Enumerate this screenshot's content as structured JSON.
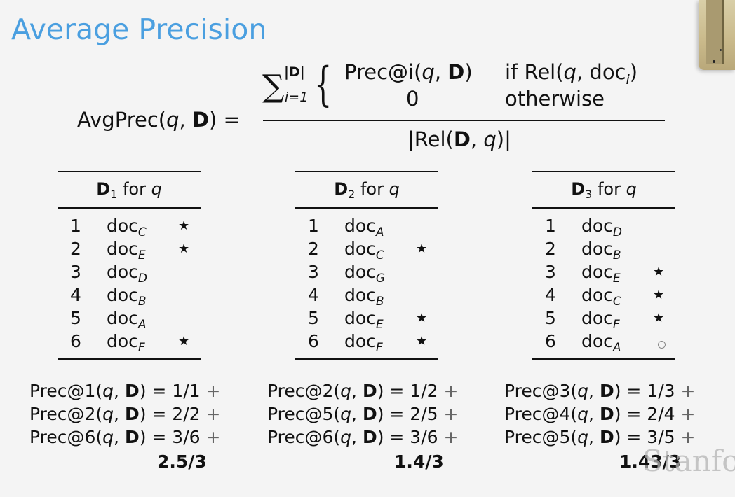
{
  "slide": {
    "title": "Average Precision",
    "watermark": "Stanfo"
  },
  "formula": {
    "lhs_fn": "AvgPrec(",
    "lhs_q": "q",
    "lhs_sep": ", ",
    "lhs_D": "D",
    "lhs_close": ") =",
    "sum_upper": "|D|",
    "sum_lower": "i=1",
    "case1_expr_fn": "Prec@i(",
    "case1_q": "q",
    "case1_sep": ", ",
    "case1_D": "D",
    "case1_close": ")",
    "case1_cond_pre": "if Rel(",
    "case1_cond_q": "q",
    "case1_cond_mid": ", doc",
    "case1_cond_sub": "i",
    "case1_cond_close": ")",
    "case2_value": "0",
    "case2_cond": "otherwise",
    "denominator_pre": "|Rel(",
    "denominator_D": "D",
    "denominator_sep": ", ",
    "denominator_q": "q",
    "denominator_close": ")|"
  },
  "tables": [
    {
      "header_D": "D",
      "header_sub": "1",
      "header_for": "for",
      "header_q": "q",
      "rows": [
        {
          "rank": "1",
          "doc": "doc",
          "sub": "C",
          "star": "★"
        },
        {
          "rank": "2",
          "doc": "doc",
          "sub": "E",
          "star": "★"
        },
        {
          "rank": "3",
          "doc": "doc",
          "sub": "D",
          "star": ""
        },
        {
          "rank": "4",
          "doc": "doc",
          "sub": "B",
          "star": ""
        },
        {
          "rank": "5",
          "doc": "doc",
          "sub": "A",
          "star": ""
        },
        {
          "rank": "6",
          "doc": "doc",
          "sub": "F",
          "star": "★"
        }
      ],
      "calc": [
        {
          "fn": "Prec@1(",
          "q": "q",
          "sep": ", ",
          "D": "D",
          "rhs": ") = 1/1",
          "plus": "+"
        },
        {
          "fn": "Prec@2(",
          "q": "q",
          "sep": ", ",
          "D": "D",
          "rhs": ") = 2/2",
          "plus": "+"
        },
        {
          "fn": "Prec@6(",
          "q": "q",
          "sep": ", ",
          "D": "D",
          "rhs": ") = 3/6",
          "plus": "+"
        }
      ],
      "total": "2.5/3"
    },
    {
      "header_D": "D",
      "header_sub": "2",
      "header_for": "for",
      "header_q": "q",
      "rows": [
        {
          "rank": "1",
          "doc": "doc",
          "sub": "A",
          "star": ""
        },
        {
          "rank": "2",
          "doc": "doc",
          "sub": "C",
          "star": "★"
        },
        {
          "rank": "3",
          "doc": "doc",
          "sub": "G",
          "star": ""
        },
        {
          "rank": "4",
          "doc": "doc",
          "sub": "B",
          "star": ""
        },
        {
          "rank": "5",
          "doc": "doc",
          "sub": "E",
          "star": "★"
        },
        {
          "rank": "6",
          "doc": "doc",
          "sub": "F",
          "star": "★"
        }
      ],
      "calc": [
        {
          "fn": "Prec@2(",
          "q": "q",
          "sep": ", ",
          "D": "D",
          "rhs": ") = 1/2",
          "plus": "+"
        },
        {
          "fn": "Prec@5(",
          "q": "q",
          "sep": ", ",
          "D": "D",
          "rhs": ") = 2/5",
          "plus": "+"
        },
        {
          "fn": "Prec@6(",
          "q": "q",
          "sep": ", ",
          "D": "D",
          "rhs": ") = 3/6",
          "plus": "+"
        }
      ],
      "total": "1.4/3"
    },
    {
      "header_D": "D",
      "header_sub": "3",
      "header_for": "for",
      "header_q": "q",
      "rows": [
        {
          "rank": "1",
          "doc": "doc",
          "sub": "D",
          "star": ""
        },
        {
          "rank": "2",
          "doc": "doc",
          "sub": "B",
          "star": ""
        },
        {
          "rank": "3",
          "doc": "doc",
          "sub": "E",
          "star": "★"
        },
        {
          "rank": "4",
          "doc": "doc",
          "sub": "C",
          "star": "★"
        },
        {
          "rank": "5",
          "doc": "doc",
          "sub": "F",
          "star": "★"
        },
        {
          "rank": "6",
          "doc": "doc",
          "sub": "A",
          "star": ""
        }
      ],
      "calc": [
        {
          "fn": "Prec@3(",
          "q": "q",
          "sep": ", ",
          "D": "D",
          "rhs": ") = 1/3",
          "plus": "+"
        },
        {
          "fn": "Prec@4(",
          "q": "q",
          "sep": ", ",
          "D": "D",
          "rhs": ") = 2/4",
          "plus": "+"
        },
        {
          "fn": "Prec@5(",
          "q": "q",
          "sep": ", ",
          "D": "D",
          "rhs": ") = 3/5",
          "plus": "+"
        }
      ],
      "total": "1.43/3"
    }
  ]
}
